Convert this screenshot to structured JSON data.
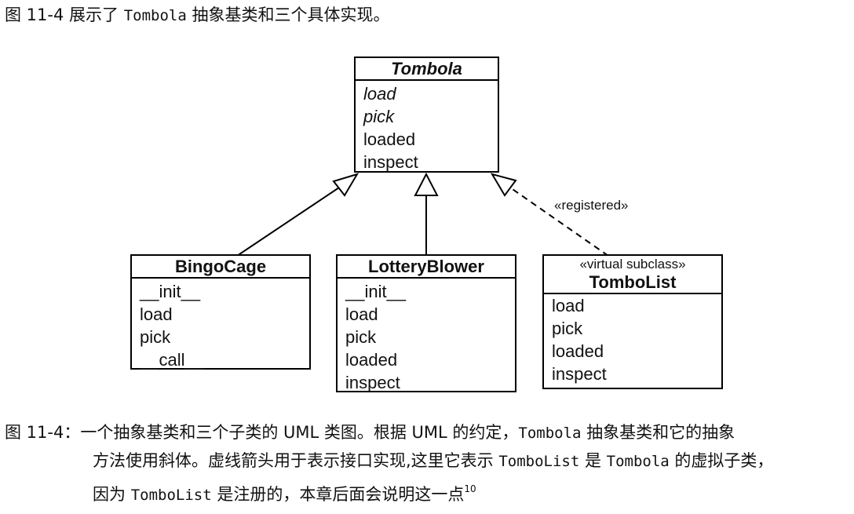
{
  "intro": {
    "before": "图 11-4 展示了 ",
    "code": "Tombola",
    "after": " 抽象基类和三个具体实现。"
  },
  "diagram": {
    "abstract_class": {
      "name": "Tombola",
      "methods": [
        "load",
        "pick",
        "loaded",
        "inspect"
      ]
    },
    "classes": [
      {
        "name": "BingoCage",
        "methods": [
          "__init__",
          "load",
          "pick",
          "__call__"
        ]
      },
      {
        "name": "LotteryBlower",
        "methods": [
          "__init__",
          "load",
          "pick",
          "loaded",
          "inspect"
        ]
      },
      {
        "stereotype": "«virtual subclass»",
        "name": "TomboList",
        "methods": [
          "load",
          "pick",
          "loaded",
          "inspect"
        ]
      }
    ],
    "registered_label": "«registered»"
  },
  "caption": {
    "line1_a": "图 11-4：一个抽象基类和三个子类的 UML 类图。根据 UML 的约定，",
    "line1_code": "Tombola",
    "line1_b": " 抽象基类和它的抽象",
    "line2_a": "方法使用斜体。虚线箭头用于表示接口实现,这里它表示 ",
    "line2_code1": "TomboList",
    "line2_b": " 是 ",
    "line2_code2": "Tombola",
    "line2_c": " 的虚拟子类，",
    "line3_a": "因为 ",
    "line3_code": "TomboList",
    "line3_b": " 是注册的，本章后面会说明这一点",
    "footnote": "10"
  }
}
